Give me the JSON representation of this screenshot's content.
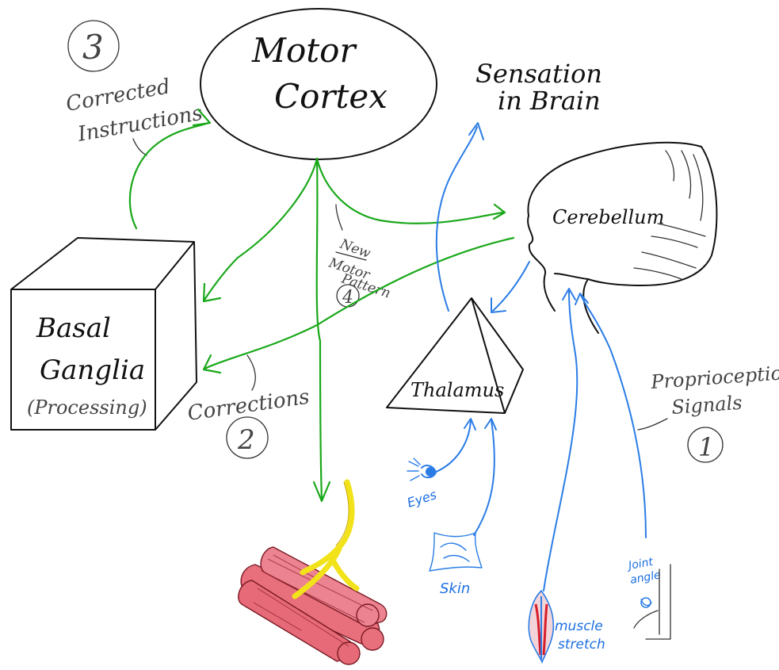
{
  "nodes": {
    "motor_cortex": [
      "Motor",
      "Cortex"
    ],
    "sensation_in_brain": [
      "Sensation",
      "in Brain"
    ],
    "cerebellum": "Cerebellum",
    "basal_ganglia": [
      "Basal",
      "Ganglia",
      "(Processing)"
    ],
    "thalamus": "Thalamus"
  },
  "annotations": {
    "step3_number": "3",
    "corrected_instructions": [
      "Corrected",
      "Instructions"
    ],
    "new_motor_pattern": [
      "New",
      "Motor",
      "Pattern"
    ],
    "step4_number": "4",
    "corrections": "Corrections",
    "step2_number": "2",
    "proprioception_signals": [
      "Proprioception",
      "Signals"
    ],
    "step1_number": "1"
  },
  "inputs": {
    "eyes": "Eyes",
    "skin": "Skin",
    "muscle_stretch": [
      "muscle",
      "stretch"
    ],
    "joint_angle": [
      "Joint",
      "angle"
    ]
  },
  "colors": {
    "ink": "#111111",
    "motor_pathway_green": "#1aa81a",
    "sensory_pathway_blue": "#2b7de6",
    "muscle_red": "#e8707c",
    "nerve_yellow": "#f2e21a"
  }
}
